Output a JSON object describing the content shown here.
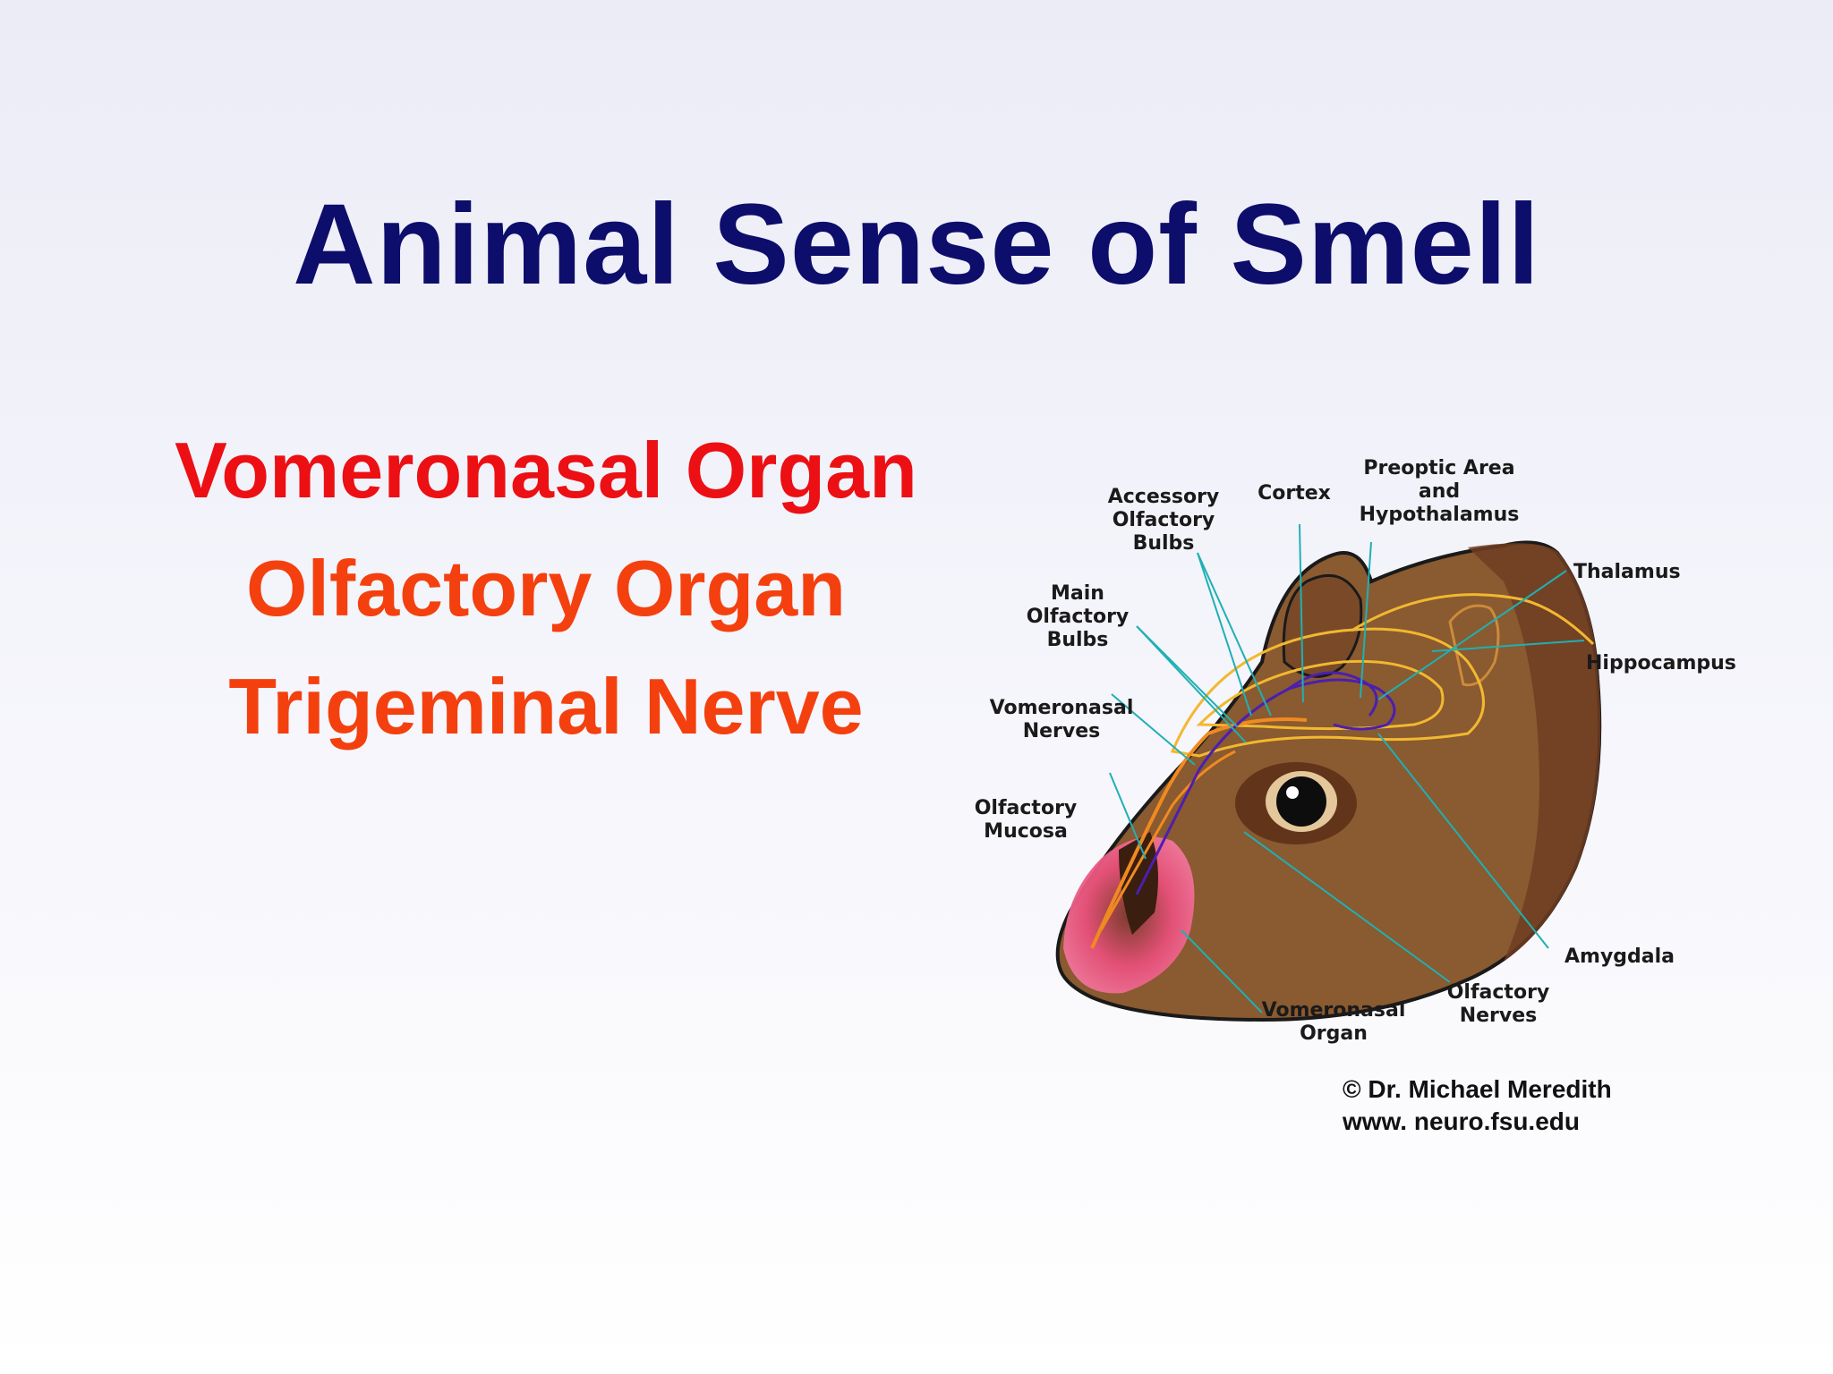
{
  "slide": {
    "title": "Animal Sense of Smell",
    "bullets": [
      "Vomeronasal Organ",
      "Olfactory Organ",
      "Trigeminal Nerve"
    ],
    "credit": [
      "© Dr. Michael Meredith",
      "www. neuro.fsu.edu"
    ]
  },
  "diagram": {
    "labels": {
      "accessory": [
        "Accessory",
        "Olfactory",
        "Bulbs"
      ],
      "cortex": [
        "Cortex"
      ],
      "preoptic": [
        "Preoptic Area",
        "and",
        "Hypothalamus"
      ],
      "thalamus": [
        "Thalamus"
      ],
      "main_bulbs": [
        "Main",
        "Olfactory",
        "Bulbs"
      ],
      "hippocampus": [
        "Hippocampus"
      ],
      "vomeronasal_nerves": [
        "Vomeronasal",
        "Nerves"
      ],
      "olfactory_mucosa": [
        "Olfactory",
        "Mucosa"
      ],
      "amygdala": [
        "Amygdala"
      ],
      "olfactory_nerves": [
        "Olfactory",
        "Nerves"
      ],
      "vomeronasal_organ": [
        "Vomeronasal",
        "Organ"
      ]
    }
  },
  "colors": {
    "title": "#0d0d6b",
    "bullet_primary": "#ec0f13",
    "bullet_secondary": "#f4400e",
    "fur": "#8b5a2b",
    "pointer": "#1fb0b4"
  }
}
